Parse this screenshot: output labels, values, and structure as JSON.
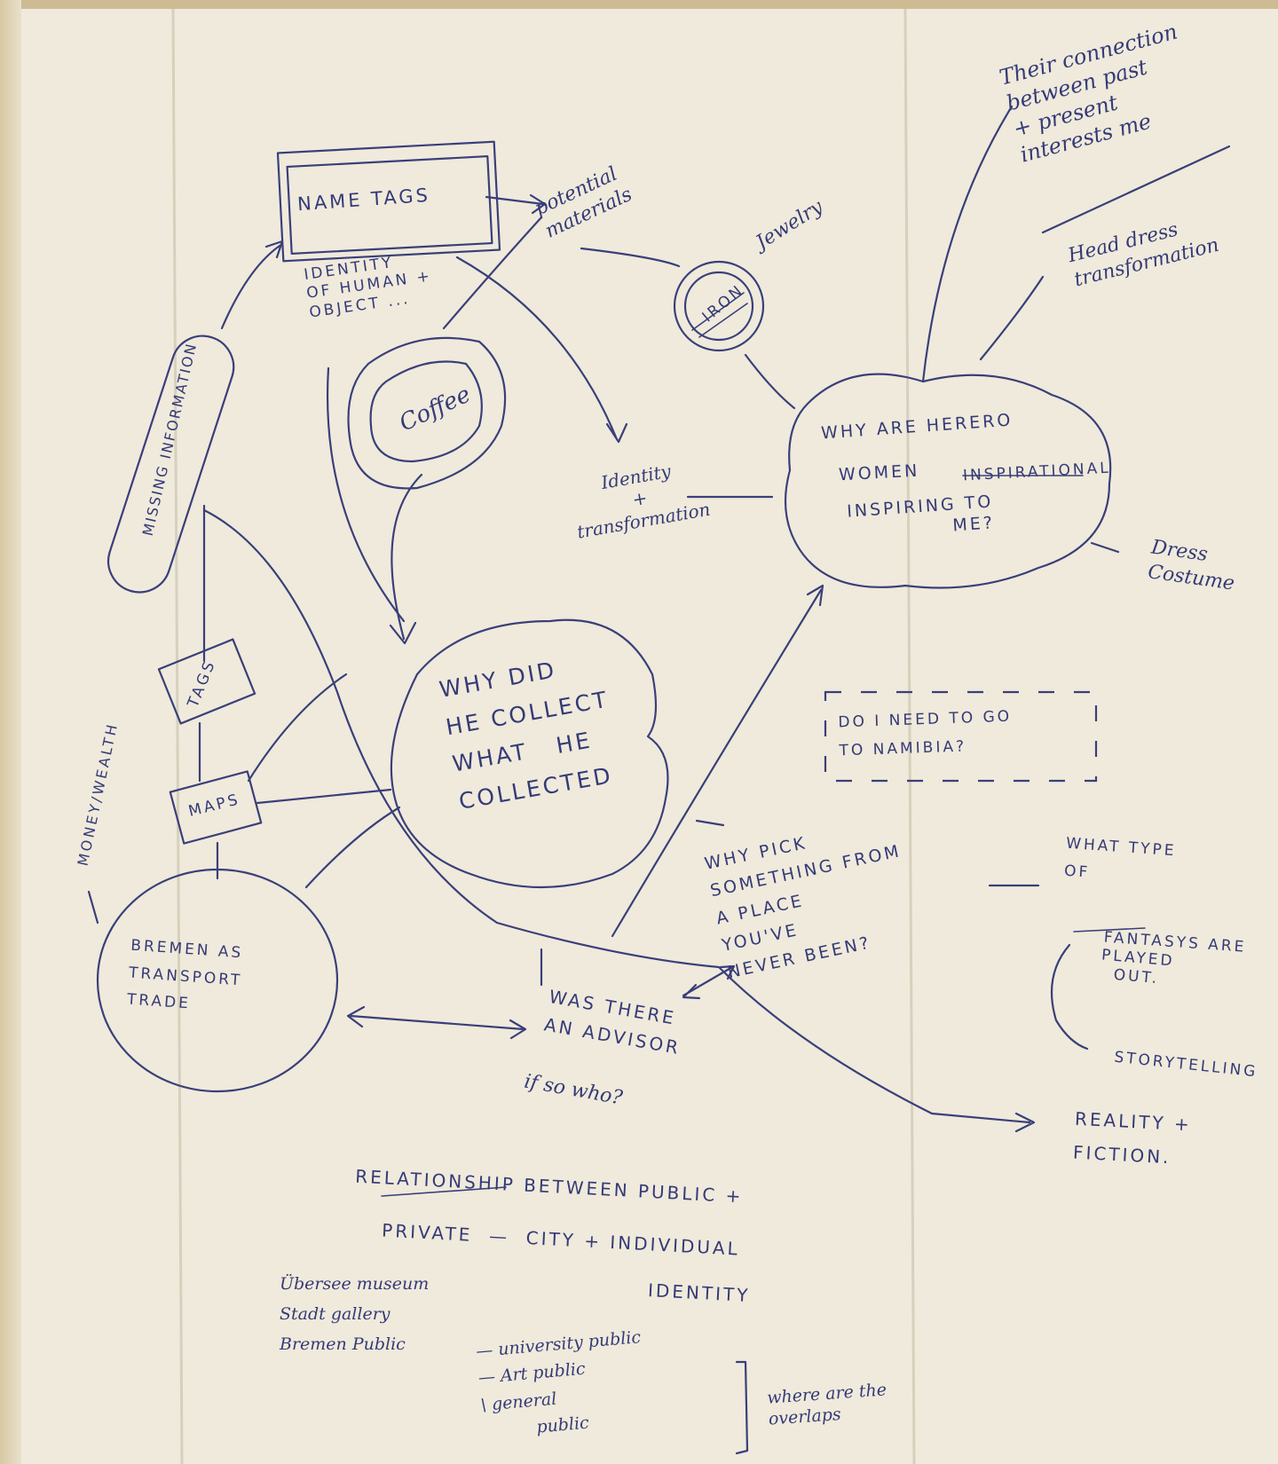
{
  "nodes": {
    "name_tags": "NAME TAGS",
    "identity_human_object": "IDENTITY\nOF HUMAN +\nOBJECT ...",
    "potential_materials": "potential\nmaterials",
    "iron": "IRON",
    "jewelry": "Jewelry",
    "connection": "Their connection\nbetween past\n+ present\ninterests me",
    "headdress": "Head dress\ntransformation",
    "missing_information": "MISSING INFORMATION",
    "coffee": "Coffee",
    "identity_transformation": "Identity\n+\ntransformation",
    "herero_line1": "WHY ARE HERERO",
    "herero_line2": "WOMEN",
    "herero_struck": "INSPIRATIONAL",
    "herero_line3": "INSPIRING TO\nME?",
    "dress_costume": "Dress\nCostume",
    "tags": "TAGS",
    "money_wealth": "MONEY/WEALTH",
    "maps": "MAPS",
    "why_collect": "WHY DID\nHE COLLECT\nWHAT   HE\nCOLLECTED",
    "namibia": "DO I NEED TO GO\nTO NAMIBIA?",
    "why_pick": "WHY PICK\nSOMETHING FROM\nA PLACE\nYOU'VE\nNEVER BEEN?",
    "fantasys_1": "WHAT TYPE\nOF",
    "fantasys_word": "FANTASYS",
    "fantasys_2": " ARE",
    "fantasys_3": "PLAYED\nOUT.",
    "storytelling": "STORYTELLING",
    "bremen": "BREMEN AS\nTRANSPORT\nTRADE",
    "advisor": "WAS THERE\nAN ADVISOR",
    "if_so": "if so who?",
    "reality_fiction": "REALITY +\nFICTION.",
    "relationship": "RELATIONSHIP BETWEEN PUBLIC +",
    "private_city": "PRIVATE  —  CITY + INDIVIDUAL",
    "identity_bottom": "IDENTITY",
    "institutions": "Übersee museum\nStadt gallery\nBremen Public",
    "publics": "— university public\n— Art public\n\\ general\n          public",
    "overlaps": "where are the\noverlaps"
  }
}
